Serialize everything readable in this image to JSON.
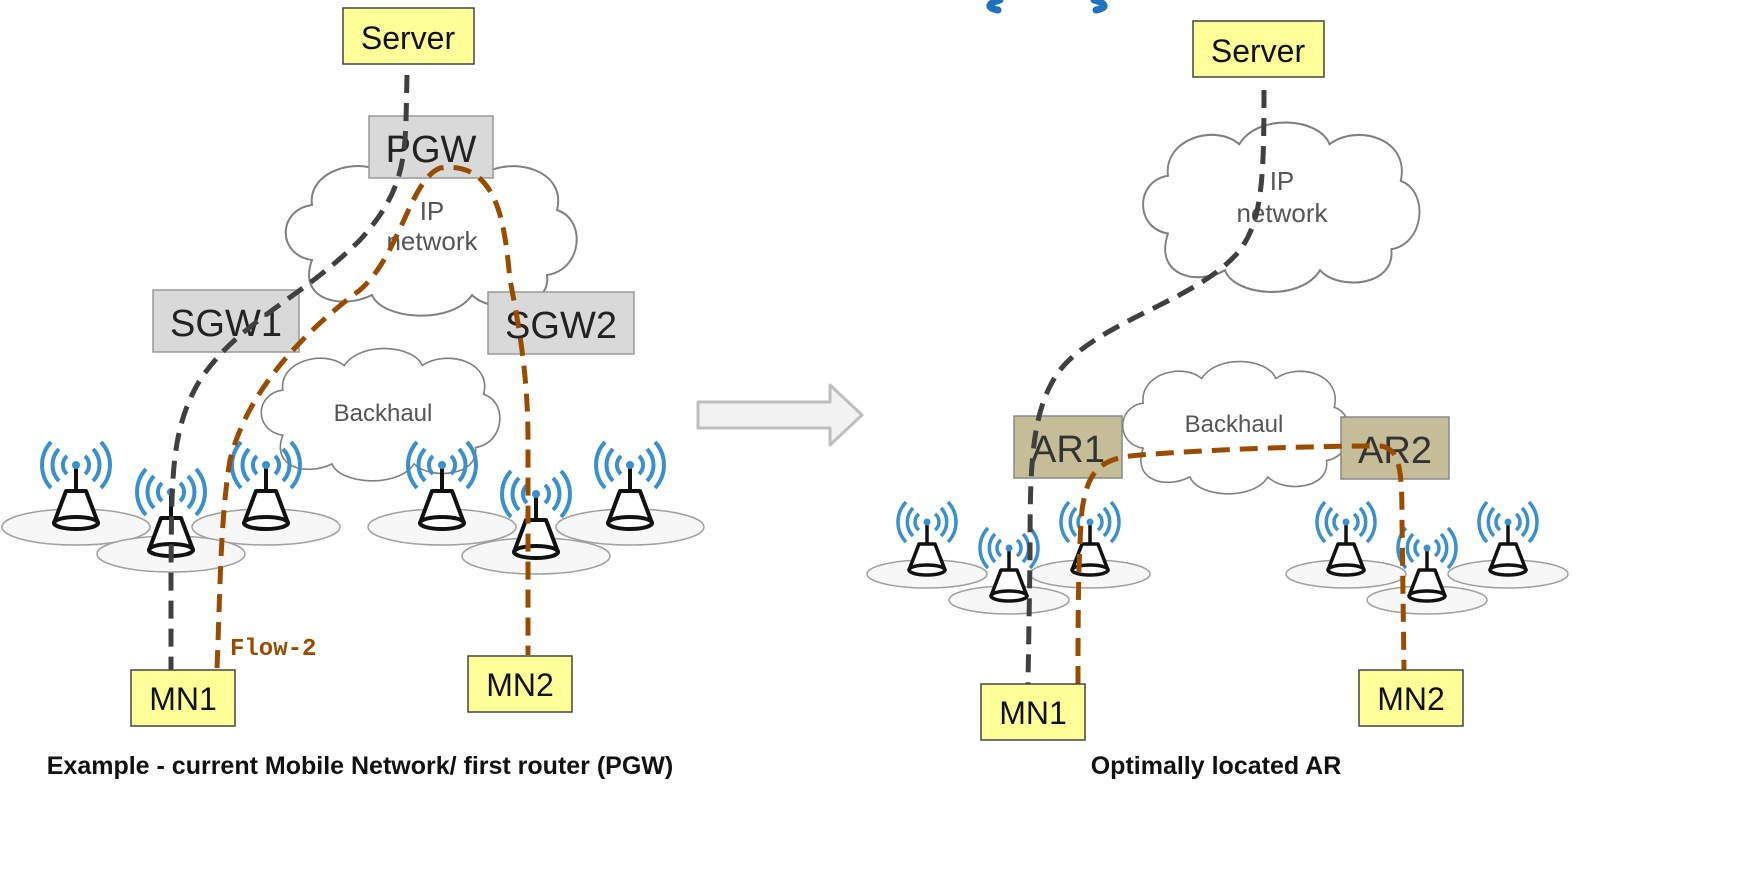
{
  "left": {
    "server": "Server",
    "pgw": "PGW",
    "ip_network_line1": "IP",
    "ip_network_line2": "network",
    "sgw1": "SGW1",
    "sgw2": "SGW2",
    "backhaul": "Backhaul",
    "mn1": "MN1",
    "mn2": "MN2",
    "flow_label": "Flow-2",
    "caption": "Example - current Mobile Network/ first router (PGW)"
  },
  "right": {
    "server": "Server",
    "ip_network_line1": "IP",
    "ip_network_line2": "network",
    "backhaul": "Backhaul",
    "ar1": "AR1",
    "ar2": "AR2",
    "mn1": "MN1",
    "mn2": "MN2",
    "caption": "Optimally located AR"
  },
  "colors": {
    "server_fill": "#ffff99",
    "gateway_fill": "#d9d9d9",
    "ar_fill": "#c4bd97",
    "flow1_stroke": "#404040",
    "flow2_stroke": "#994c00",
    "antenna_wave": "#3a8fd0",
    "cloud_stroke": "#808080"
  }
}
